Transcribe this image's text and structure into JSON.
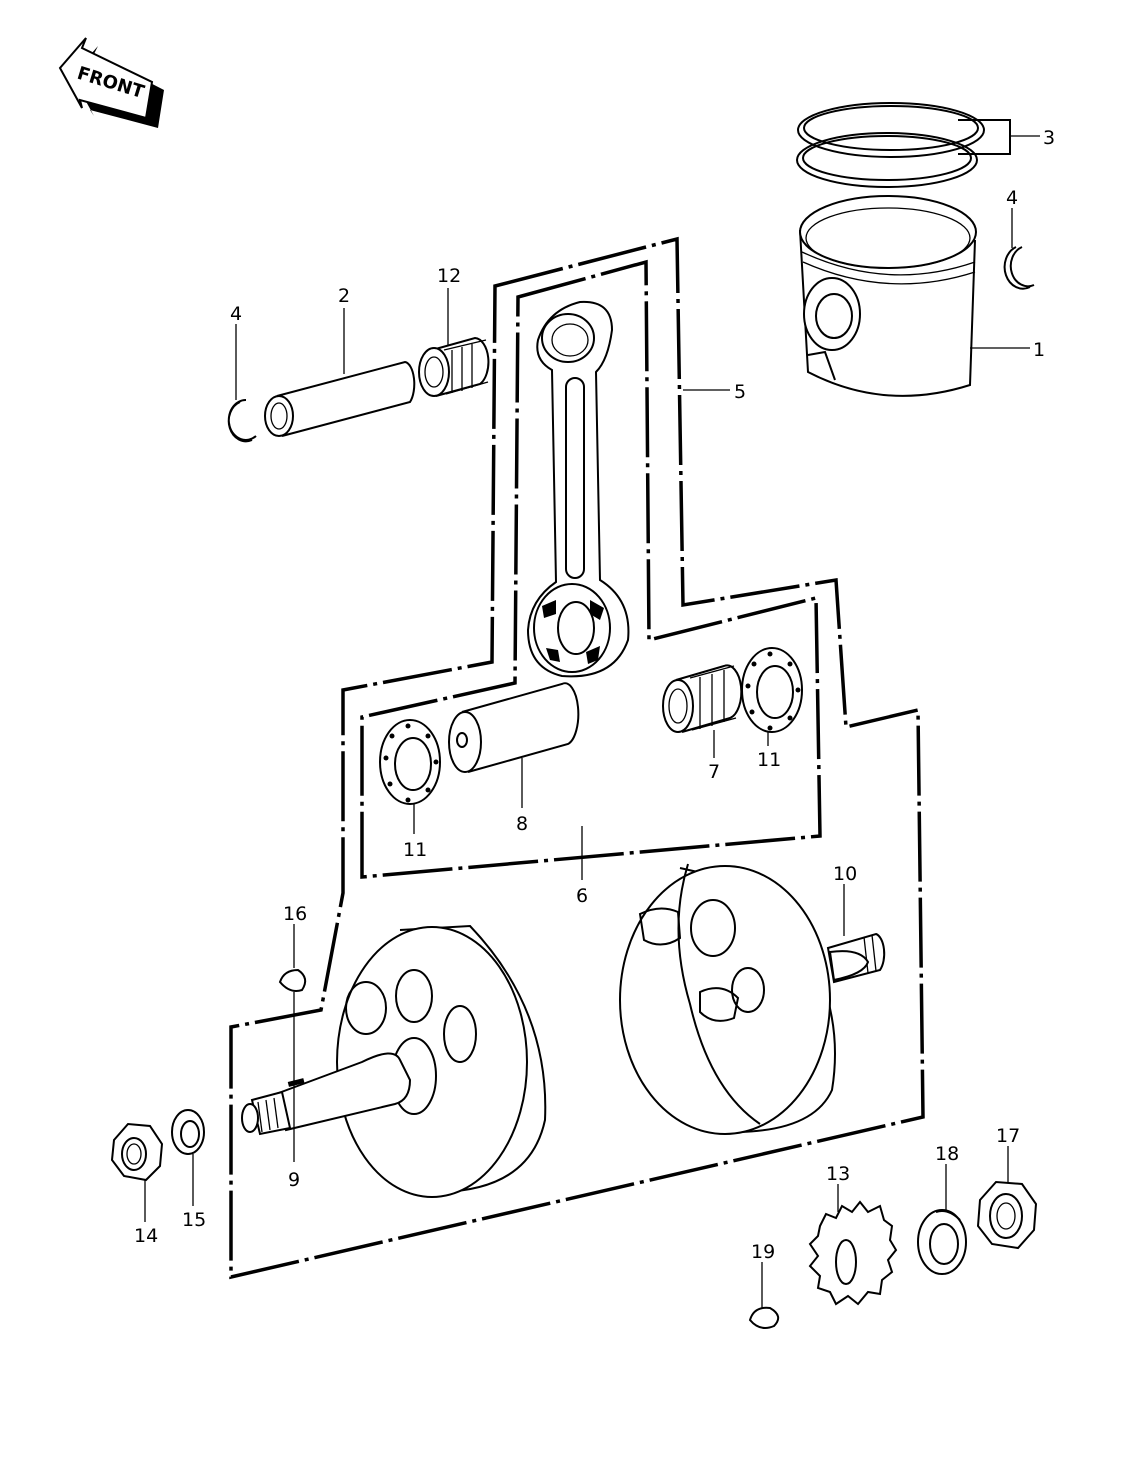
{
  "direction_marker": {
    "text": "FRONT"
  },
  "labels": [
    {
      "id": "1",
      "text": "1"
    },
    {
      "id": "2",
      "text": "2"
    },
    {
      "id": "3",
      "text": "3"
    },
    {
      "id": "4a",
      "text": "4"
    },
    {
      "id": "4b",
      "text": "4"
    },
    {
      "id": "5",
      "text": "5"
    },
    {
      "id": "6",
      "text": "6"
    },
    {
      "id": "7",
      "text": "7"
    },
    {
      "id": "8",
      "text": "8"
    },
    {
      "id": "9",
      "text": "9"
    },
    {
      "id": "10",
      "text": "10"
    },
    {
      "id": "11a",
      "text": "11"
    },
    {
      "id": "11b",
      "text": "11"
    },
    {
      "id": "12",
      "text": "12"
    },
    {
      "id": "13",
      "text": "13"
    },
    {
      "id": "14",
      "text": "14"
    },
    {
      "id": "15",
      "text": "15"
    },
    {
      "id": "16",
      "text": "16"
    },
    {
      "id": "17",
      "text": "17"
    },
    {
      "id": "18",
      "text": "18"
    },
    {
      "id": "19",
      "text": "19"
    }
  ]
}
